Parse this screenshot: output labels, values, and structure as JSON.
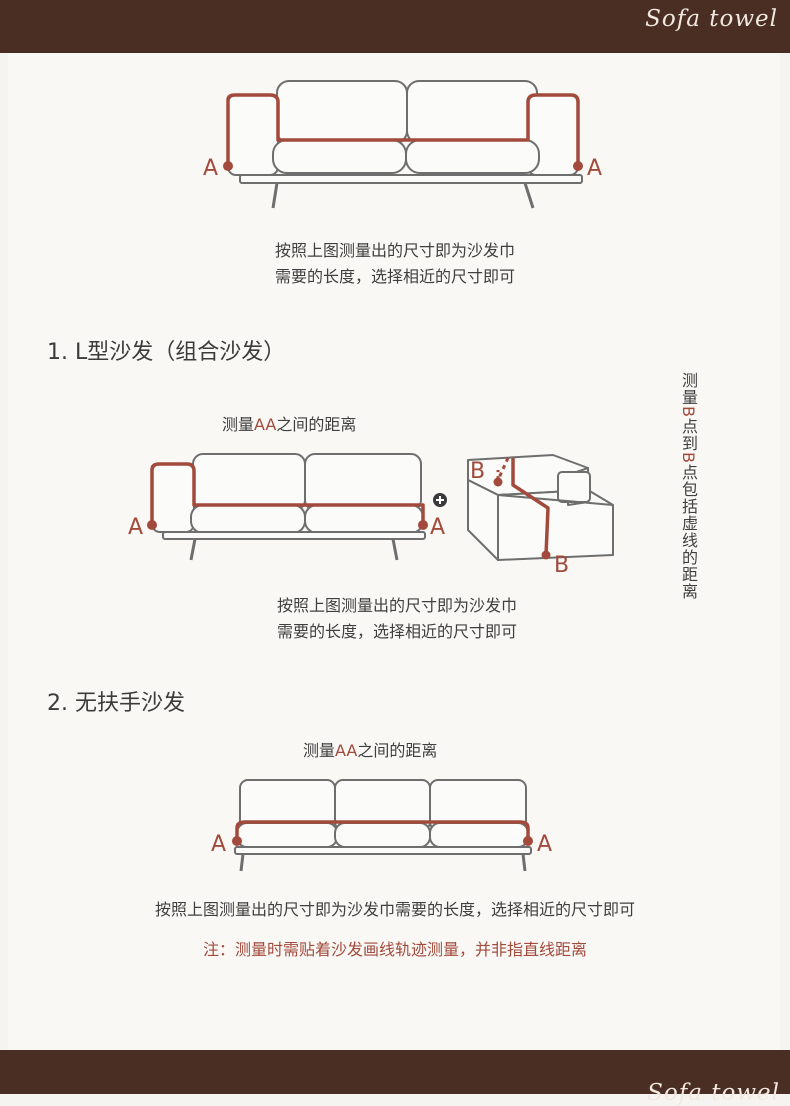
{
  "header": {
    "brand": "Sofa towel"
  },
  "footer": {
    "brand": "Sofa towel"
  },
  "section_standard": {
    "point_label": "A",
    "caption_line1": "按照上图测量出的尺寸即为沙发巾",
    "caption_line2": "需要的长度，选择相近的尺寸即可"
  },
  "section_l": {
    "title": "1. L型沙发（组合沙发）",
    "measure_prefix": "测量",
    "measure_highlight": "AA",
    "measure_suffix": "之间的距离",
    "point_a": "A",
    "point_b": "B",
    "plus": "+",
    "caption_line1": "按照上图测量出的尺寸即为沙发巾",
    "caption_line2": "需要的长度，选择相近的尺寸即可",
    "vertical_note": {
      "part1": "测量",
      "part2": "B",
      "part3": "点到",
      "part4": "B",
      "part5": "点包括虚线的距离"
    }
  },
  "section_armless": {
    "title": "2. 无扶手沙发",
    "measure_prefix": "测量",
    "measure_highlight": "AA",
    "measure_suffix": "之间的距离",
    "point_a": "A",
    "caption": "按照上图测量出的尺寸即为沙发巾需要的长度，选择相近的尺寸即可",
    "note": "注：测量时需贴着沙发画线轨迹测量，并非指直线距离"
  },
  "colors": {
    "brown_bar": "#4a2e24",
    "accent": "#a24a3c",
    "outline": "#6e6e6e"
  }
}
